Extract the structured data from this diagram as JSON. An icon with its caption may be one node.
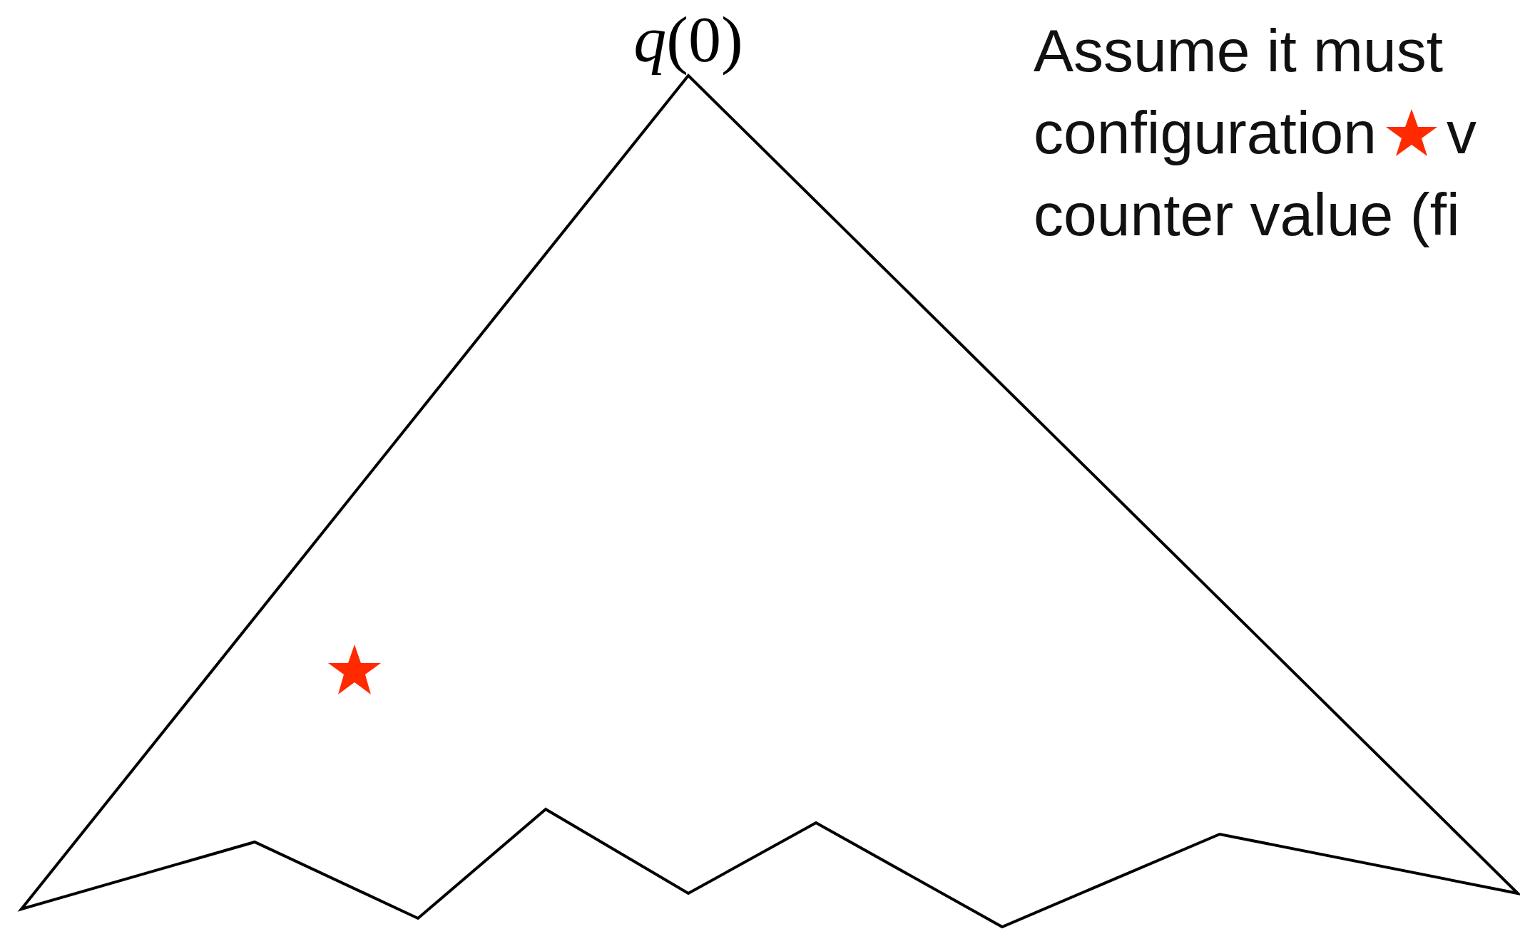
{
  "diagram": {
    "labels": [
      "*q*(0)",
      "Assume it must configuration",
      "v counter value (fi"
    ]
  }
}
